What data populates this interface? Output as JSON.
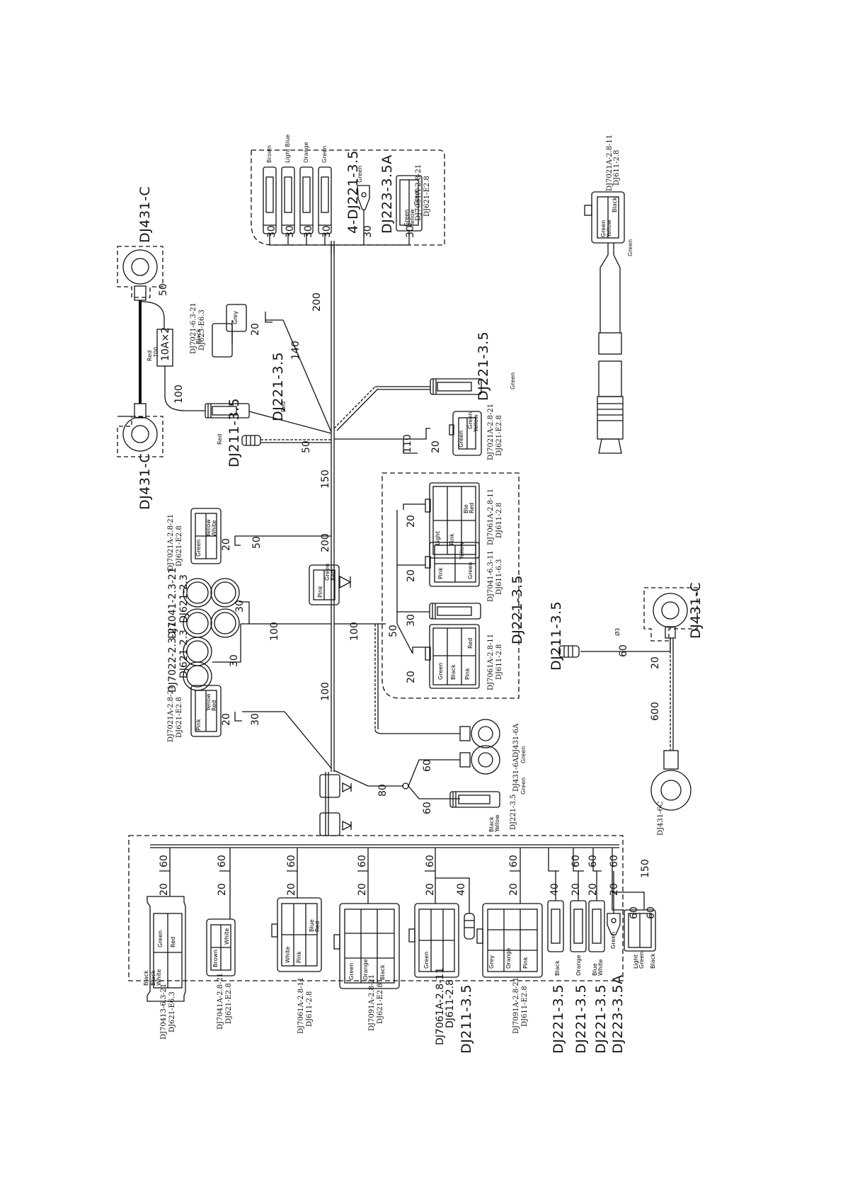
{
  "title_blocks": {
    "ring_top": "DJ431-C",
    "ring_mid": "DJ431-C",
    "ring_right": "DJ431-C",
    "top_group_a": "4-DJ221-3.5",
    "top_group_b": "DJ223-3.5A",
    "dj221_red": "DJ221-3.5",
    "dj211_red": "DJ211-3.5",
    "dj221_green": "DJ221-3.5",
    "dj221_mid": "DJ221-3.5",
    "dj211_right": "DJ211-3.5",
    "bottom_dj211": "DJ211-3.5",
    "bottom_dj221_a": "DJ221-3.5",
    "bottom_dj221_b": "DJ221-3.5",
    "bottom_dj221_c": "DJ221-3.5",
    "bottom_dj223": "DJ223-3.5A"
  },
  "small_codes": {
    "fuse_a": "DJ7021-6.3-21",
    "fuse_b": "DJ623-E6.3",
    "top_right_a": "DJ7031A-2.8-21",
    "top_right_b": "DJ621-E2.8",
    "rc_a": "DJ7021A-2.8-21",
    "rc_b": "DJ621-E2.8",
    "six_a": "DJ7061A-2.8-11",
    "six_b": "DJ611-2.8",
    "four_a": "DJ7041-6.3-11",
    "four_b": "DJ611-6.3",
    "six2_a": "DJ7061A-2.8-11",
    "six2_b": "DJ611-2.8",
    "yw_a": "DJ7021A-2.8-21",
    "yw_b": "DJ621-E2.8",
    "round4_a": "DJ7041-2.3-21",
    "round4_b": "DJ621-2.3",
    "round2_a": "DJ7022-2.3-21",
    "round2_b": "DJ621-2.3",
    "pk_a": "DJ7021A-2.8-21",
    "pk_b": "DJ621-E2.8",
    "ring6a_1": "DJ431-6A",
    "ring6a_2": "DJ431-6A",
    "ring6c": "DJ431-6C",
    "dj221_by": "DJ221-3.5",
    "sr_a": "DJ7021A-2.8-11",
    "sr_b": "DJ611-2.8",
    "b1_a": "DJ70413-6.3-21",
    "b1_b": "DJ621-E6.3",
    "b2_a": "DJ7041A-2.8-21",
    "b2_b": "DJ621-E2.8",
    "b3_a": "DJ7061A-2.8-11",
    "b3_b": "DJ611-2.8",
    "b4_a": "DJ7091A-2.8-21",
    "b4_b": "DJ621-E2.8",
    "b5_a": "DJ7061A-2.8-11",
    "b5_b": "DJ611-2.8",
    "b6_a": "DJ7091A-2.8-21",
    "b6_b": "DJ611-E2.8",
    "phi": "Ø3",
    "fuse_body": "10A×2",
    "wire_700": "700"
  },
  "wires": {
    "top": [
      "Brown",
      "Light Blue",
      "Orange",
      "Green"
    ],
    "red": "Red",
    "green": "Green",
    "grey": "Grey",
    "black": "Black",
    "white": "White",
    "yellow": "Yellow",
    "pink": "Pink",
    "blue": "Blue",
    "black_yellow": [
      "Black",
      "Yellow"
    ],
    "green_yellow": [
      "Green",
      "Yellow"
    ],
    "light_green": [
      "Light",
      "Green"
    ],
    "black_red": [
      "Black",
      "Red"
    ],
    "blue_white": [
      "Blue",
      "White"
    ],
    "orange": "Orange"
  },
  "cells": {
    "c_green_yellow": [
      "Green",
      "Yellow"
    ],
    "c_yellow_white": [
      "Yellow",
      "White"
    ],
    "c_yellow_red": [
      "Yellow",
      "Red"
    ],
    "c_blue_red": [
      "Blue",
      "Red"
    ],
    "c_green_red": [
      "Green",
      "Red"
    ],
    "c_green_black": [
      "Green",
      "Black"
    ],
    "c_black_white": [
      "Black",
      "White"
    ],
    "c_blue_yellow": [
      "Blue",
      "Yellow"
    ],
    "c_light_blue": [
      "Light",
      "Blue"
    ],
    "c_light_green_red": [
      "Light",
      "Green",
      "Red"
    ],
    "c_light_green": [
      "Light",
      "Green"
    ],
    "c_yellow_green": [
      "Yellow",
      "Green"
    ],
    "c_brown_white": [
      "Brown",
      "White"
    ],
    "c_ble_red": [
      "Ble",
      "Red"
    ],
    "c_white_pink": [
      "White",
      "Pink"
    ]
  },
  "lengths": {
    "l30": "30",
    "l50": "50",
    "l100": "100",
    "l200": "200",
    "l20": "20",
    "l140": "140",
    "l150": "150",
    "l110": "110",
    "l60": "60",
    "l80": "80",
    "l40": "40",
    "l600": "600"
  }
}
